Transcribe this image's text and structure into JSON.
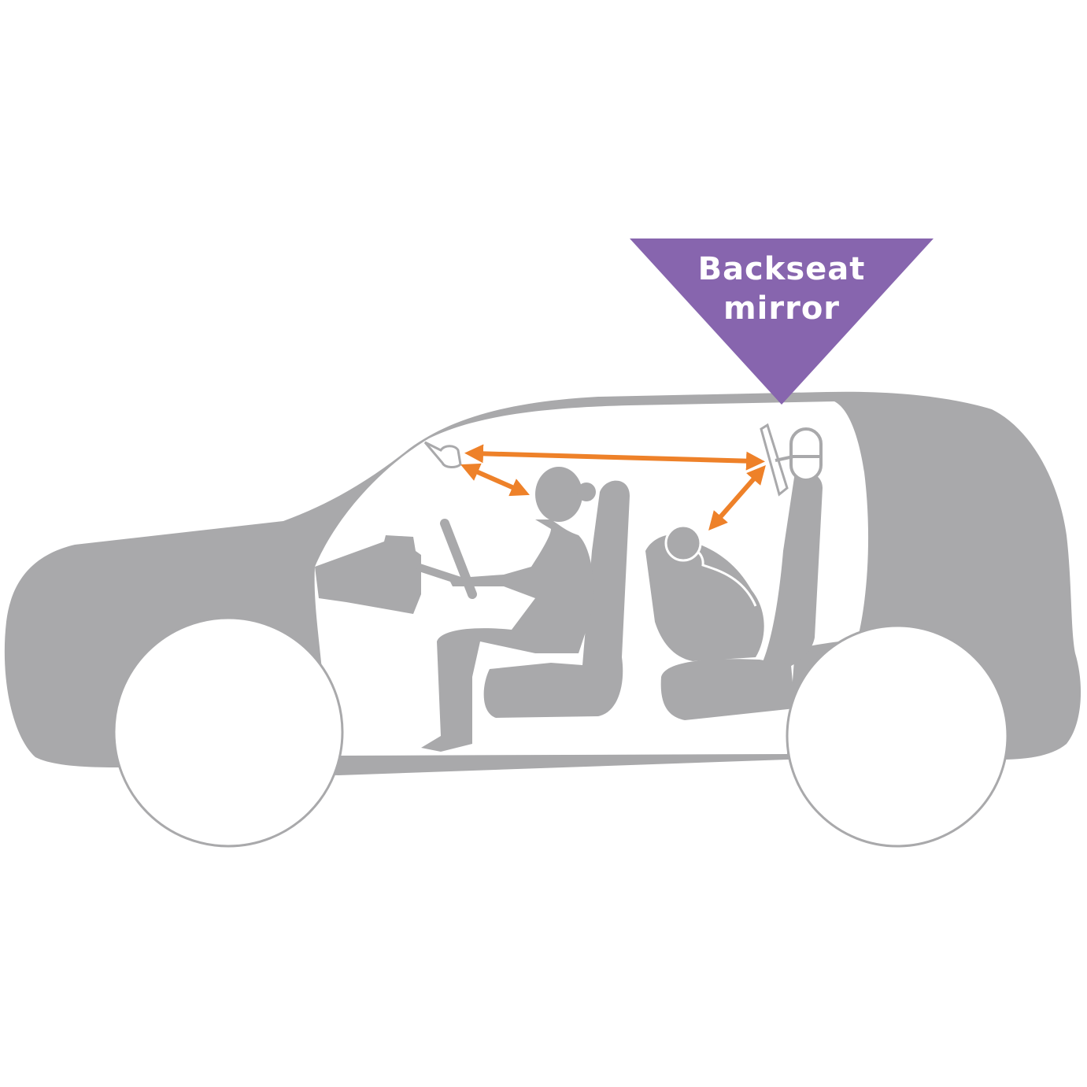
{
  "callout": {
    "line1": "Backseat",
    "line2": "mirror",
    "color": "#8765AE"
  },
  "colors": {
    "car_body": "#A9A9AB",
    "window": "#FFFFFF",
    "arrow": "#EE8129",
    "wheel_stroke": "#A9A9AB"
  },
  "icons": {
    "rearview_mirror": "rearview-mirror-icon",
    "backseat_mirror": "backseat-mirror-icon",
    "driver": "driver-silhouette",
    "baby": "baby-in-carseat-silhouette"
  }
}
